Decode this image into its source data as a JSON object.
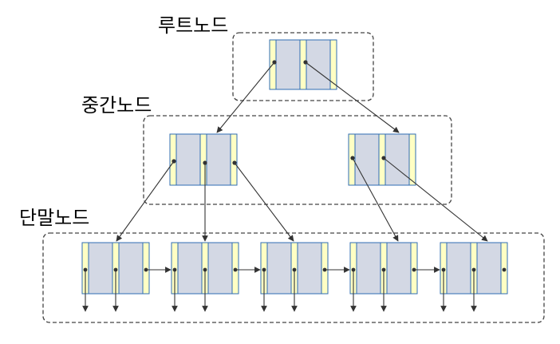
{
  "labels": {
    "root": "루트노드",
    "internal": "중간노드",
    "leaf": "단말노드"
  },
  "colors": {
    "pointer_cell": "#ffffc4",
    "key_cell": "#d3d8e4",
    "cell_border": "#2f6db3",
    "edge": "#333333"
  },
  "structure": {
    "root_nodes": 1,
    "internal_nodes": 2,
    "leaf_nodes": 5,
    "keys_per_node": 2
  }
}
